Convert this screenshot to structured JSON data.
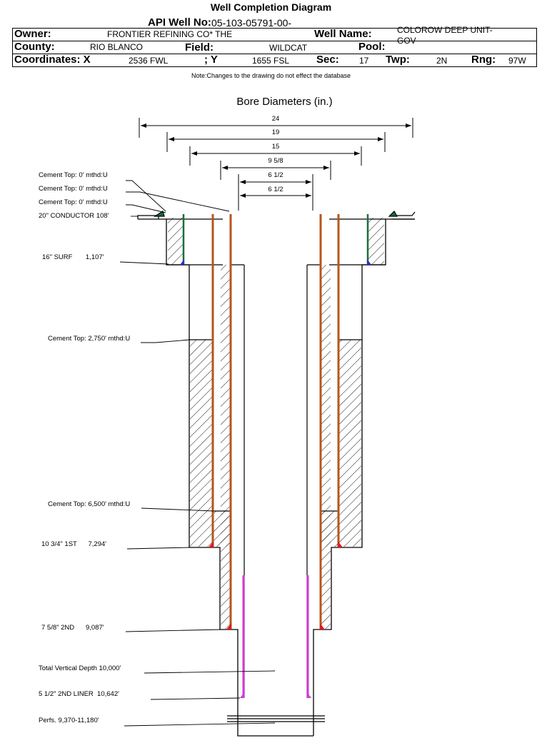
{
  "header": {
    "title": "Well Completion Diagram",
    "api_label": "API Well No:",
    "api_value": "05-103-05791-00-",
    "owner_label": "Owner:",
    "owner_value": "FRONTIER REFINING CO* THE",
    "well_name_label": "Well Name:",
    "well_name_value": "COLOROW DEEP UNIT-GOV",
    "county_label": "County:",
    "county_value": "RIO BLANCO",
    "field_label": "Field:",
    "field_value": "WILDCAT",
    "pool_label": "Pool:",
    "pool_value": "",
    "coord_label": "Coordinates: X",
    "x_value": "2536 FWL",
    "y_label": "; Y",
    "y_value": "1655 FSL",
    "sec_label": "Sec:",
    "sec_value": "17",
    "twp_label": "Twp:",
    "twp_value": "2N",
    "rng_label": "Rng:",
    "rng_value": "97W",
    "note": "Note:Changes to the drawing do not effect the database"
  },
  "bore": {
    "title": "Bore Diameters (in.)",
    "diameters": [
      "24",
      "19",
      "15",
      "9 5/8",
      "6 1/2",
      "6 1/2"
    ]
  },
  "annotations": [
    "Cement Top: 0' mthd:U",
    "Cement Top: 0' mthd:U",
    "Cement Top: 0' mthd:U",
    "20\" CONDUCTOR  108'",
    "16\" SURF       1,107'",
    "Cement Top: 2,750' mthd:U",
    "Cement Top: 6,500' mthd:U",
    "10 3/4\" 1ST      7,294'",
    "7 5/8\" 2ND      9,087'",
    "Total Vertical Depth 10,000'",
    "5 1/2\" 2ND LINER  10,642'",
    "Perfs. 9,370-11,180'"
  ],
  "colors": {
    "conductor": "#1a6e3c",
    "surface": "#2b2bd1",
    "intermediate": "#b5561b",
    "liner": "#d23ad2",
    "shoe": "#e11a1a"
  }
}
